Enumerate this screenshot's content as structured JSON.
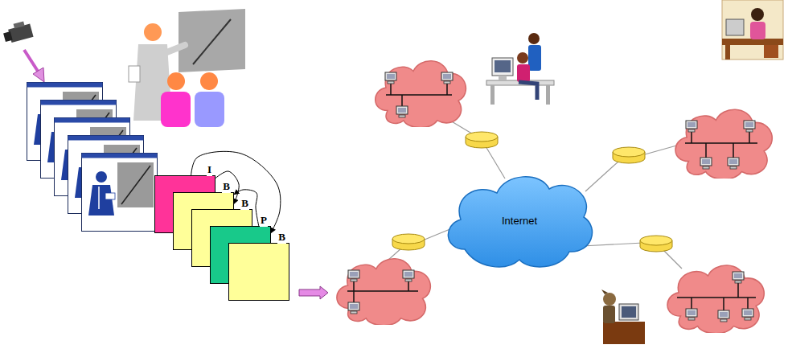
{
  "diagram": {
    "nodes": [
      {
        "text": [
          "I"
        ]
      },
      {
        "text": [
          "B"
        ]
      },
      {
        "text": [
          "B"
        ]
      },
      {
        "text": [
          "P"
        ]
      },
      {
        "text": [
          "B"
        ]
      },
      {
        "text": [
          "Internet"
        ]
      }
    ],
    "edges": [
      {
        "from": 0,
        "to": 1,
        "arrow": "to"
      },
      {
        "from": 0,
        "to": 3,
        "arrow": "to"
      },
      {
        "from": 3,
        "to": 1,
        "arrow": "to"
      }
    ]
  }
}
